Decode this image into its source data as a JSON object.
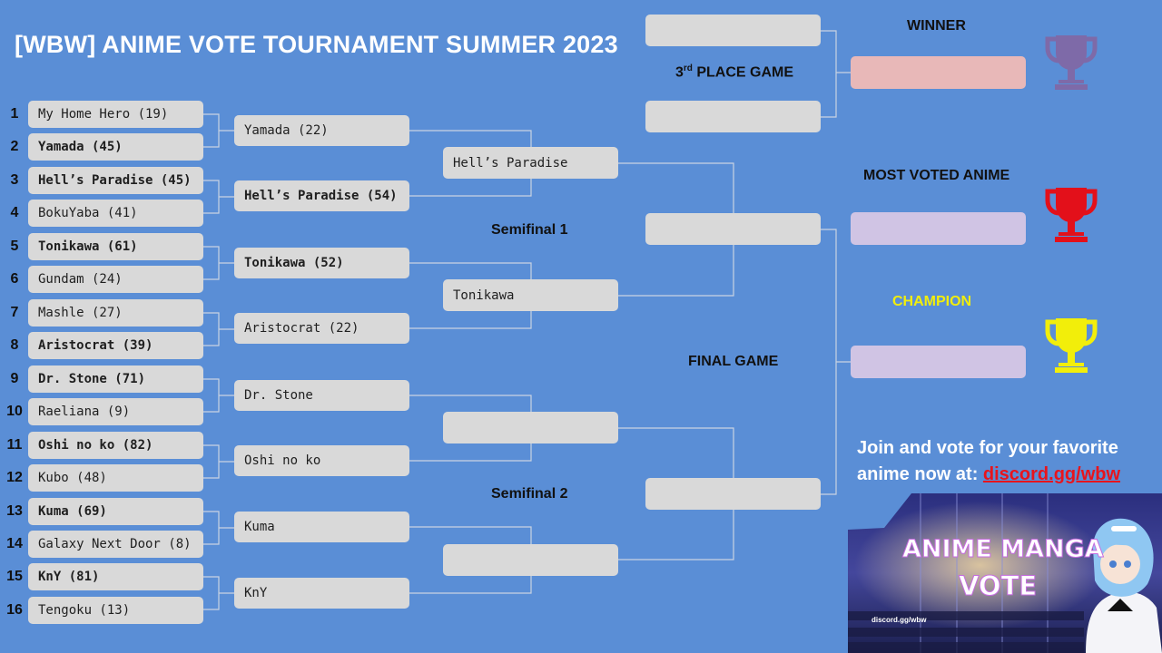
{
  "title": "[WBW] ANIME VOTE TOURNAMENT SUMMER 2023",
  "round1": [
    {
      "seed": "1",
      "label": "My Home Hero (19)",
      "winner": false
    },
    {
      "seed": "2",
      "label": "Yamada (45)",
      "winner": true
    },
    {
      "seed": "3",
      "label": "Hell’s Paradise (45)",
      "winner": true
    },
    {
      "seed": "4",
      "label": "BokuYaba (41)",
      "winner": false
    },
    {
      "seed": "5",
      "label": "Tonikawa (61)",
      "winner": true
    },
    {
      "seed": "6",
      "label": "Gundam (24)",
      "winner": false
    },
    {
      "seed": "7",
      "label": "Mashle (27)",
      "winner": false
    },
    {
      "seed": "8",
      "label": "Aristocrat (39)",
      "winner": true
    },
    {
      "seed": "9",
      "label": "Dr. Stone (71)",
      "winner": true
    },
    {
      "seed": "10",
      "label": "Raeliana (9)",
      "winner": false
    },
    {
      "seed": "11",
      "label": "Oshi no ko (82)",
      "winner": true
    },
    {
      "seed": "12",
      "label": "Kubo (48)",
      "winner": false
    },
    {
      "seed": "13",
      "label": "Kuma (69)",
      "winner": true
    },
    {
      "seed": "14",
      "label": "Galaxy Next Door (8)",
      "winner": false
    },
    {
      "seed": "15",
      "label": "KnY (81)",
      "winner": true
    },
    {
      "seed": "16",
      "label": "Tengoku (13)",
      "winner": false
    }
  ],
  "round2": [
    {
      "label": "Yamada (22)",
      "winner": false
    },
    {
      "label": "Hell’s Paradise (54)",
      "winner": true
    },
    {
      "label": "Tonikawa (52)",
      "winner": true
    },
    {
      "label": "Aristocrat (22)",
      "winner": false
    },
    {
      "label": "Dr. Stone",
      "winner": false
    },
    {
      "label": "Oshi no ko",
      "winner": false
    },
    {
      "label": "Kuma",
      "winner": false
    },
    {
      "label": "KnY",
      "winner": false
    }
  ],
  "round3": [
    {
      "label": "Hell’s Paradise"
    },
    {
      "label": "Tonikawa"
    },
    {
      "label": ""
    },
    {
      "label": ""
    }
  ],
  "finalists": [
    {
      "label": ""
    },
    {
      "label": ""
    }
  ],
  "third_place": [
    {
      "label": ""
    },
    {
      "label": ""
    }
  ],
  "labels": {
    "third_place_game": "3",
    "third_place_sup": "rd",
    "third_place_rest": " PLACE GAME",
    "semifinal1": "Semifinal 1",
    "semifinal2": "Semifinal 2",
    "final_game": "FINAL GAME",
    "winner": "WINNER",
    "most_voted": "MOST VOTED ANIME",
    "champion": "CHAMPION"
  },
  "results": {
    "winner": "",
    "most_voted": "",
    "champion": ""
  },
  "colors": {
    "background": "#5a8ed6",
    "box": "#d9d9d9",
    "winner_box": "#e8b8b8",
    "result_box": "#d0c4e4",
    "winner_trophy": "#7e6aa8",
    "most_voted_trophy": "#e3101a",
    "champion_trophy": "#f2ee0a",
    "champion_label": "#f2ee0a",
    "link": "#e8141c"
  },
  "join": {
    "line1": "Join and vote for your favorite",
    "line2": "anime now at: ",
    "link": "discord.gg/wbw"
  },
  "banner": {
    "title_line1": "ANIME MANGA",
    "title_line2": "VOTE",
    "url": "discord.gg/wbw"
  }
}
